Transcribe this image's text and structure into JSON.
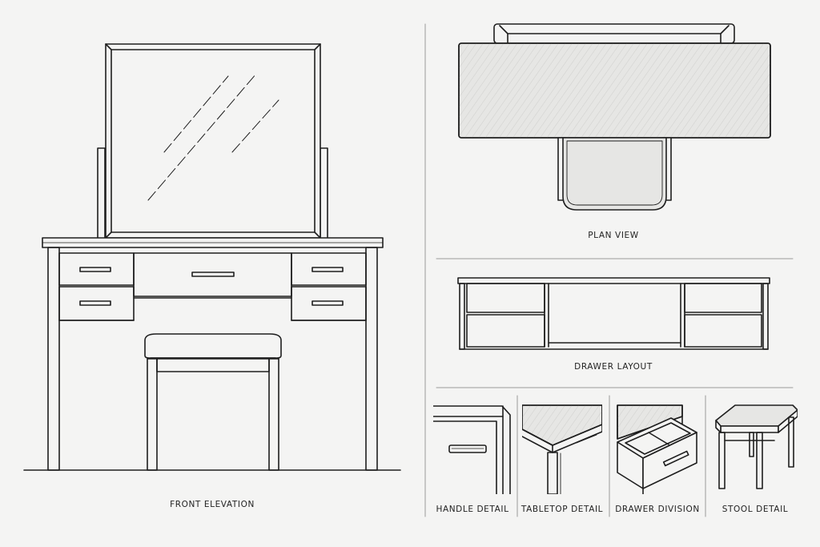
{
  "sheet": {
    "background": "#f4f4f3",
    "line_color": "#1e1e1e",
    "fill_color": "#e6e6e4",
    "divider_color": "#9a9a9a"
  },
  "views": {
    "front_elevation": "FRONT ELEVATION",
    "plan_view": "PLAN VIEW",
    "drawer_layout": "DRAWER LAYOUT",
    "handle_detail": "HANDLE DETAIL",
    "tabletop_detail": "TABLETOP DETAIL",
    "drawer_division": "DRAWER DIVISION",
    "stool_detail": "STOOL DETAIL"
  }
}
